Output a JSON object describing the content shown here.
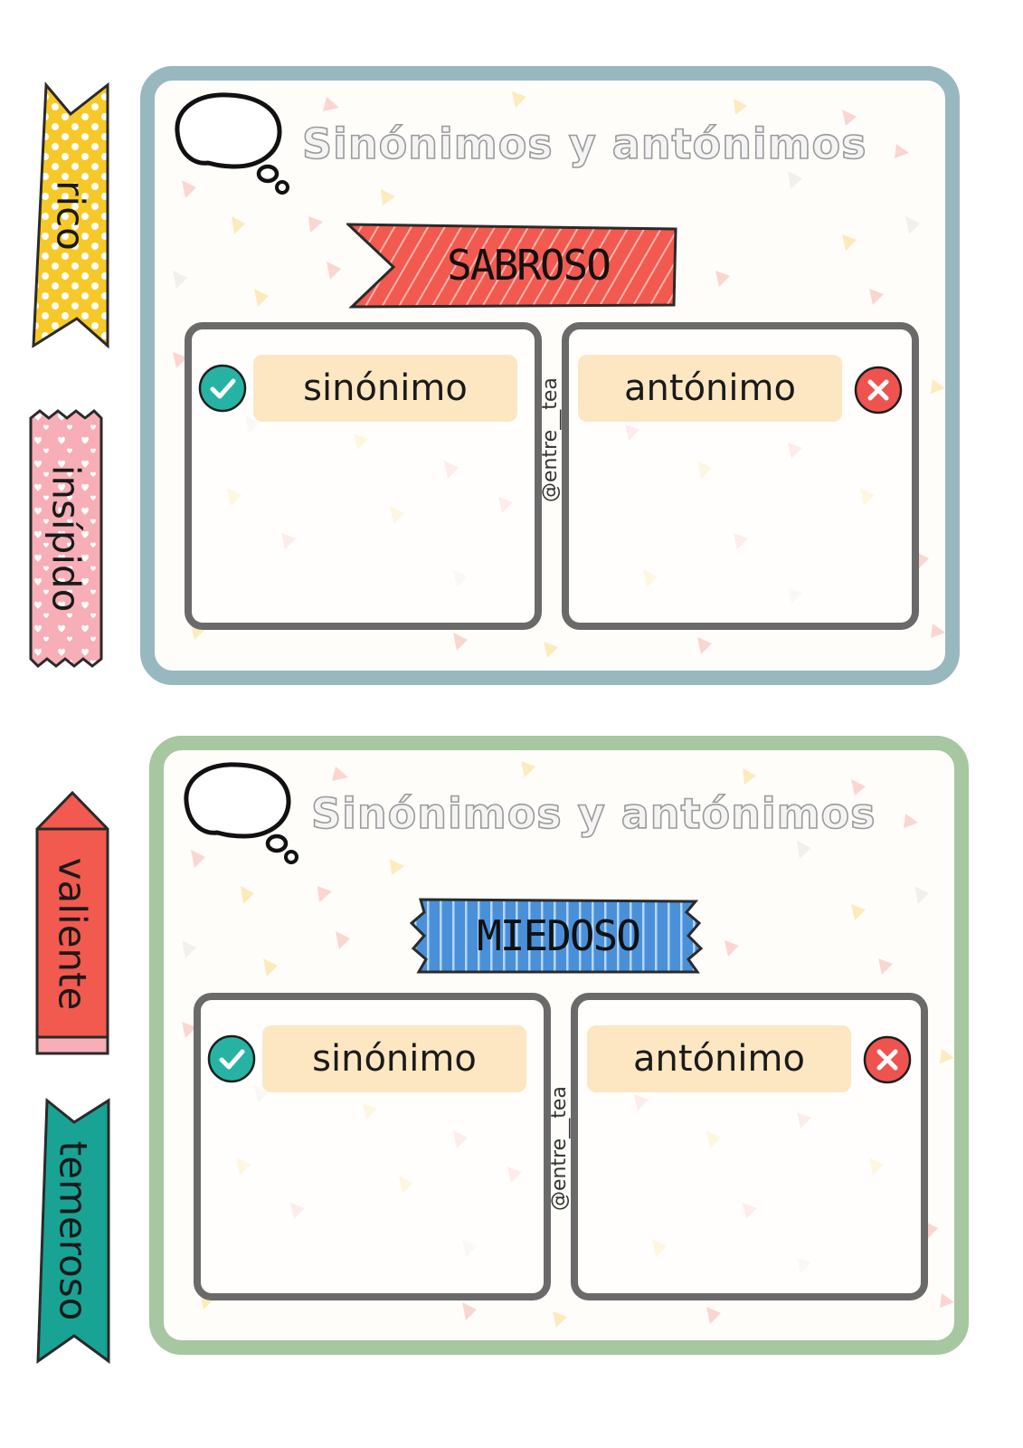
{
  "cards": [
    {
      "title": "Sinónimos y antónimos",
      "word": "SABROSO",
      "synonym_label": "sinónimo",
      "antonym_label": "antónimo",
      "credit": "@entre__tea",
      "border_color": "#98b8bf",
      "banner_color": "#f2594f"
    },
    {
      "title": "Sinónimos y antónimos",
      "word": "MIEDOSO",
      "synonym_label": "sinónimo",
      "antonym_label": "antónimo",
      "credit": "@entre__tea",
      "border_color": "#a6c79f",
      "banner_color": "#4a90d9"
    }
  ],
  "tags": [
    {
      "text": "rico",
      "color": "#f7c928",
      "shape": "ribbon-dots"
    },
    {
      "text": "insípido",
      "color": "#f7aeb6",
      "shape": "washi-hearts"
    },
    {
      "text": "valiente",
      "color": "#f2594f",
      "shape": "pencil"
    },
    {
      "text": "temeroso",
      "color": "#19a394",
      "shape": "ribbon"
    }
  ],
  "icons": {
    "check": "check-icon",
    "cross": "close-icon",
    "bubble": "thought-bubble-icon"
  },
  "colors": {
    "check_badge": "#27b3a4",
    "cross_badge": "#ef5350",
    "pill": "#fde6c2",
    "box_border": "#6a6a6a"
  }
}
